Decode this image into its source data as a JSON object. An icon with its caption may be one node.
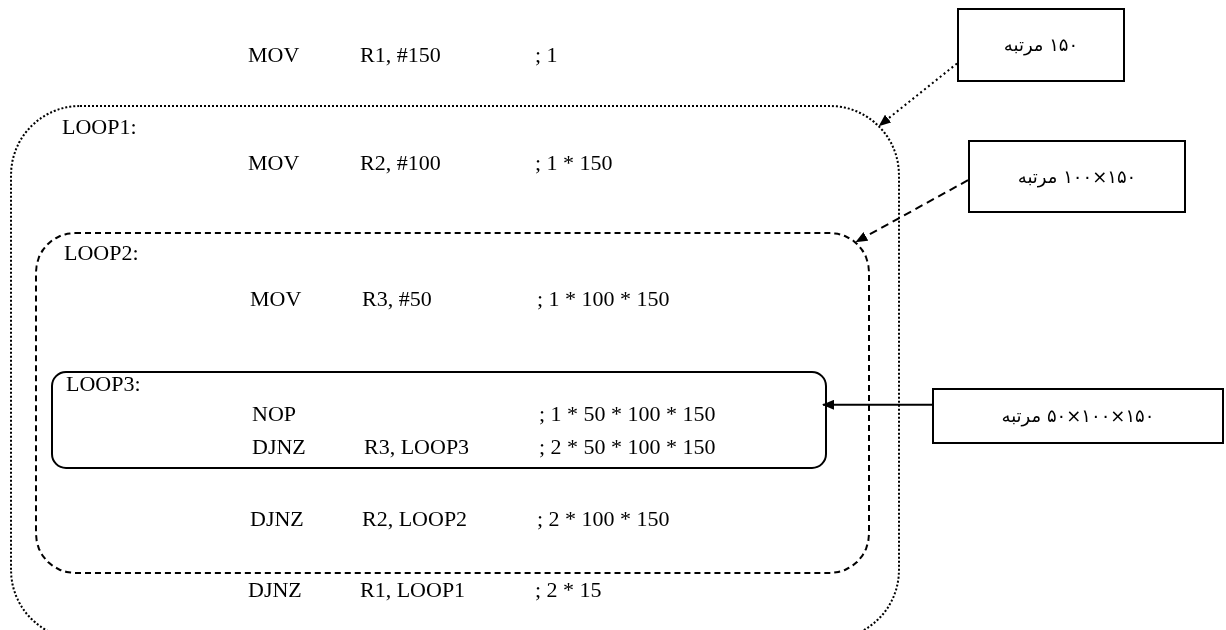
{
  "diagram": {
    "nodes": [
      {
        "text": [
          "LOOP1:",
          "MOV",
          "R2, #100",
          "; 1 * 150",
          "DJNZ",
          "R1, LOOP1",
          "; 2 * 15"
        ]
      },
      {
        "text": [
          "LOOP2:",
          "MOV",
          "R3, #50",
          "; 1 * 100 * 150",
          "DJNZ",
          "R2, LOOP2",
          "; 2 * 100 * 150"
        ],
        "in": 0
      },
      {
        "text": [
          "LOOP3:",
          "NOP",
          "; 1 * 50 * 100 * 150",
          "DJNZ",
          "R3, LOOP3",
          "; 2 * 50 * 100 * 150"
        ],
        "in": 1
      },
      {
        "text": [
          "۱۵۰ مرتبه"
        ]
      },
      {
        "text": [
          "۱۵۰×۱۰۰ مرتبه"
        ]
      },
      {
        "text": [
          "۱۵۰×۱۰۰×۵۰ مرتبه"
        ]
      }
    ],
    "edges": [
      {
        "from": 3,
        "to": 0,
        "arrow": "to",
        "style": "dashed"
      },
      {
        "from": 4,
        "to": 1,
        "arrow": "to",
        "style": "dashed"
      },
      {
        "from": 5,
        "to": 2,
        "arrow": "to"
      }
    ],
    "labels": [
      "MOV",
      "R1, #150",
      "; 1"
    ]
  }
}
